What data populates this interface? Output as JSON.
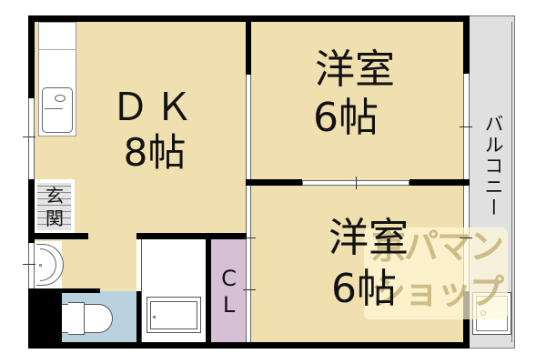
{
  "floorplan": {
    "rooms": {
      "dk": {
        "name": "ＤＫ",
        "size": "8帖"
      },
      "western_room_1": {
        "name": "洋室",
        "size": "6帖"
      },
      "western_room_2": {
        "name": "洋室",
        "size": "6帖"
      },
      "closet": {
        "line1": "C",
        "line2": "L"
      },
      "entrance": {
        "line1": "玄",
        "line2": "関"
      },
      "balcony": {
        "label": "バルコニー"
      }
    },
    "watermark": {
      "line1": "京パマン",
      "line2": "ショップ"
    },
    "colors": {
      "floor": "#f0dfaf",
      "balcony": "#e0e0e0",
      "closet": "#d5c0d5",
      "toilet": "#b8d2e0",
      "wall": "#000000",
      "entrance": "#e4e4e4"
    }
  }
}
